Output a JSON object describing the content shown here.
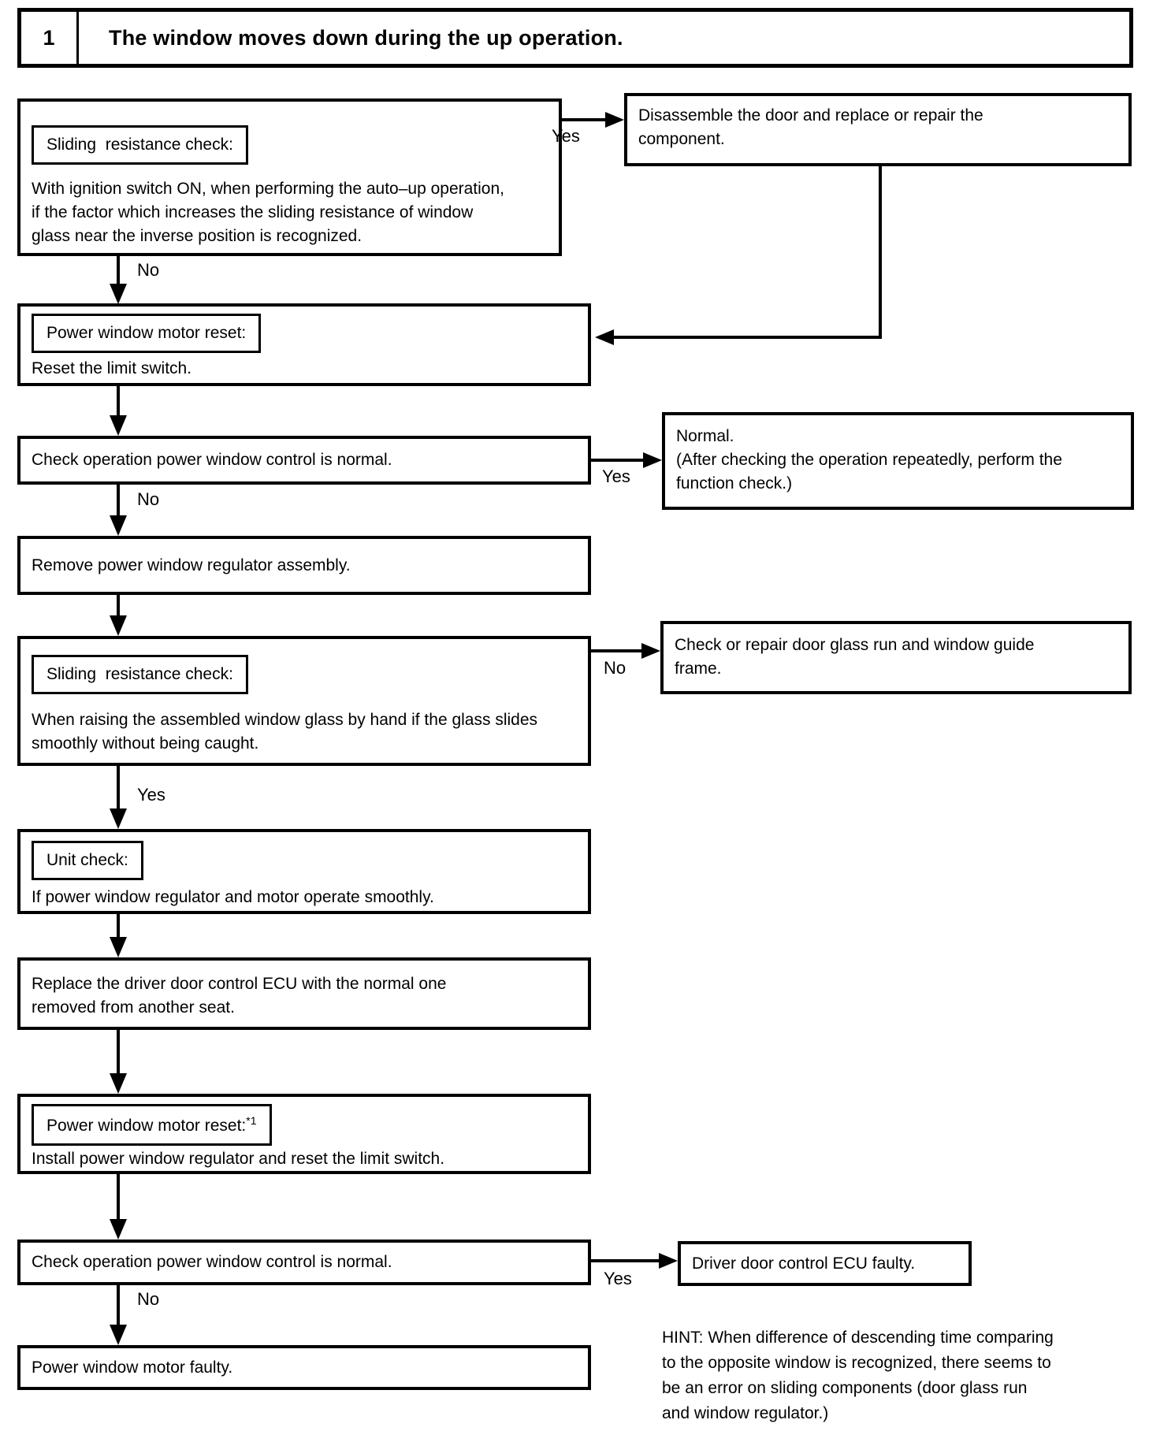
{
  "header": {
    "number": "1",
    "title": "The window moves down during the up operation."
  },
  "labels": {
    "yes": "Yes",
    "no": "No"
  },
  "boxes": {
    "sliding1": {
      "label": "Sliding  resistance check:",
      "body": "With ignition switch ON, when performing the auto–up operation,\nif the factor which increases the sliding resistance of window\nglass near the inverse position is recognized."
    },
    "reset1": {
      "label": "Power window motor reset:",
      "body": "Reset the limit switch."
    },
    "check1": {
      "body": "Check operation power window control is normal."
    },
    "remove": {
      "body": "Remove power window regulator assembly."
    },
    "sliding2": {
      "label": "Sliding  resistance check:",
      "body": "When raising the assembled window glass by hand if the glass slides\nsmoothly without being caught."
    },
    "unit": {
      "label": "Unit check:",
      "body": "If power window regulator and motor operate smoothly."
    },
    "replace": {
      "body": "Replace the driver door control ECU with the normal one\nremoved from another seat."
    },
    "reset2": {
      "label": "Power window motor reset:",
      "sup": "*1",
      "body": "Install power window regulator and reset the limit switch."
    },
    "check2": {
      "body": "Check operation power window control is normal."
    },
    "motor_faulty": {
      "body": "Power window motor faulty."
    },
    "disassemble": {
      "body": "Disassemble the door and replace or repair the\ncomponent."
    },
    "normal": {
      "body": "Normal.\n(After checking the operation repeatedly, perform the\nfunction check.)"
    },
    "check_repair": {
      "body": "Check or repair door glass run and window guide\nframe."
    },
    "ecu_faulty": {
      "body": "Driver door control ECU faulty."
    }
  },
  "hint": "HINT: When difference of descending time comparing\nto the opposite window is recognized, there seems to\nbe an error on sliding components (door glass run\nand window regulator.)"
}
